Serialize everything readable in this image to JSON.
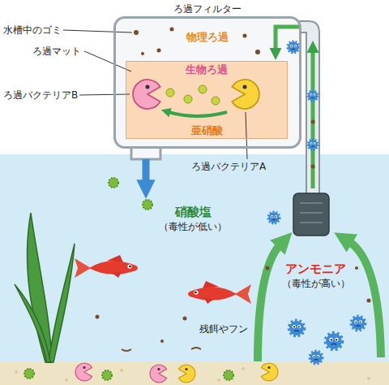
{
  "diagram": {
    "nodes": [
      {
        "text": [
          "ろ過フィルター",
          "物理ろ過"
        ]
      },
      {
        "text": [
          "生物ろ過",
          "亜硝酸"
        ],
        "in": 0
      }
    ],
    "labels": [
      "水槽中のゴミ",
      "ろ過マット",
      "ろ過バクテリアB",
      "ろ過バクテリアA",
      "硝酸塩",
      "（毒性が低い）",
      "アンモニア",
      "（毒性が高い）",
      "残餌やフン"
    ]
  }
}
